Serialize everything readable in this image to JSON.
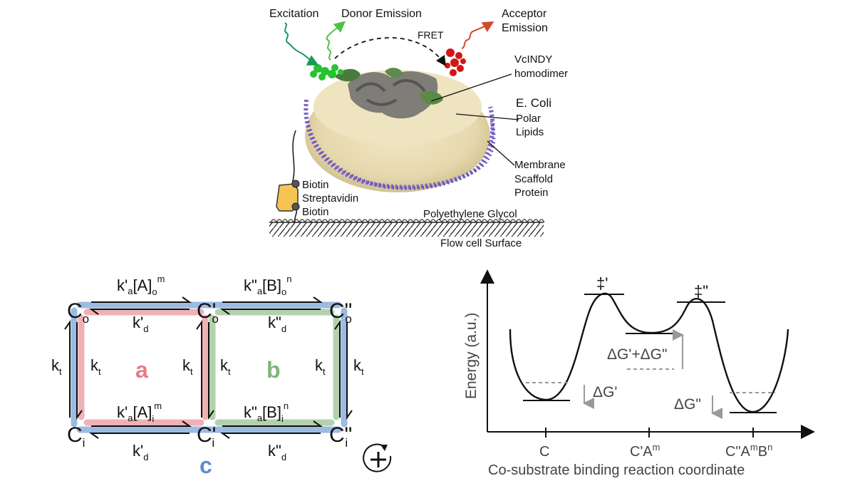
{
  "top": {
    "excitation": "Excitation",
    "donor_emission": "Donor Emission",
    "fret": "FRET",
    "acceptor_emission_1": "Acceptor",
    "acceptor_emission_2": "Emission",
    "vcindy_1": "VcINDY",
    "vcindy_2": "homodimer",
    "ecoli_1": "E. Coli",
    "ecoli_2": "Polar",
    "ecoli_3": "Lipids",
    "msp_1": "Membrane",
    "msp_2": "Scaffold",
    "msp_3": "Protein",
    "biotin_1": "Biotin",
    "streptavidin": "Streptavidin",
    "biotin_2": "Biotin",
    "peg": "Polyethylene Glycol",
    "surface": "Flow cell Surface"
  },
  "scheme": {
    "states": {
      "co": {
        "base": "C",
        "sub": "o"
      },
      "cpo": {
        "base": "C'",
        "sub": "o"
      },
      "cppo": {
        "base": "C\"",
        "sub": "o"
      },
      "ci": {
        "base": "C",
        "sub": "i"
      },
      "cpi": {
        "base": "C'",
        "sub": "i"
      },
      "cppi": {
        "base": "C\"",
        "sub": "i"
      }
    },
    "rates": {
      "ka_top": {
        "k": "k'",
        "a": "a",
        "conc": "[A]",
        "sub": "o",
        "sup": "m"
      },
      "kd_top": {
        "k": "k'",
        "sub": "d"
      },
      "kb_top": {
        "k": "k\"",
        "a": "a",
        "conc": "[B]",
        "sub": "o",
        "sup": "n"
      },
      "kdb_top": {
        "k": "k\"",
        "sub": "d"
      },
      "ka_bot": {
        "k": "k'",
        "a": "a",
        "conc": "[A]",
        "sub": "i",
        "sup": "m"
      },
      "kd_bot": {
        "k": "k'",
        "sub": "d"
      },
      "kb_bot": {
        "k": "k\"",
        "a": "a",
        "conc": "[B]",
        "sub": "i",
        "sup": "n"
      },
      "kdb_bot": {
        "k": "k\"",
        "sub": "d"
      },
      "kt": {
        "k": "k",
        "sub": "t"
      }
    },
    "cycles": {
      "a": "a",
      "b": "b",
      "c": "c"
    },
    "colors": {
      "a": "#e57e86",
      "b": "#7fb57a",
      "c": "#5b8fcf"
    }
  },
  "energy": {
    "ylabel": "Energy (a.u.)",
    "xlabel": "Co-substrate binding reaction coordinate",
    "ticks": [
      {
        "base": "C",
        "sup": ""
      },
      {
        "base": "C'A",
        "sup": "m"
      },
      {
        "base": "C\"A",
        "sup": "m",
        "base2": "B",
        "sup2": "n"
      }
    ],
    "ts1": "‡'",
    "ts2": "‡\"",
    "dg1": "ΔG'",
    "dg12": "ΔG'+ΔG\"",
    "dg2": "ΔG\""
  }
}
